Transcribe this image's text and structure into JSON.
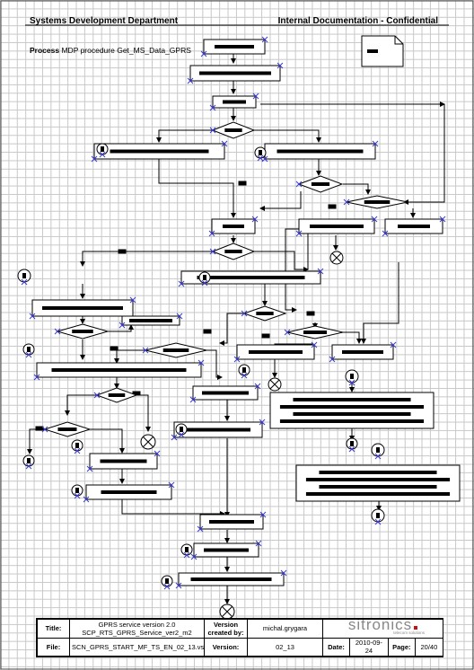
{
  "header": {
    "left": "Systems Development Department",
    "right": "Internal Documentation - Confidential"
  },
  "process": {
    "label": "Process",
    "name": "MDP procedure Get_MS_Data_GPRS"
  },
  "title_block": {
    "title_label": "Title:",
    "title_value": "GPRS service version 2.0",
    "title_value_line2": "SCP_RTS_GPRS_Service_ver2_m2",
    "version_created_by_label": "Version created by:",
    "version_created_by_value": "michal.grygara",
    "file_label": "File:",
    "file_value": "SCN_GPRS_START_MF_TS_EN_02_13.vsd",
    "version_label": "Version:",
    "version_value": "02_13",
    "date_label": "Date:",
    "date_value": "2010-09-24",
    "page_label": "Page:",
    "page_value": "20/40",
    "logo_text": "sitronics",
    "logo_subtext": "telecom solutions"
  },
  "colors": {
    "grid": "#c8c8c8",
    "connector_marker": "#3a3ad0",
    "redacted": "#000000",
    "logo": "#888888",
    "logo_accent": "#d01010"
  }
}
